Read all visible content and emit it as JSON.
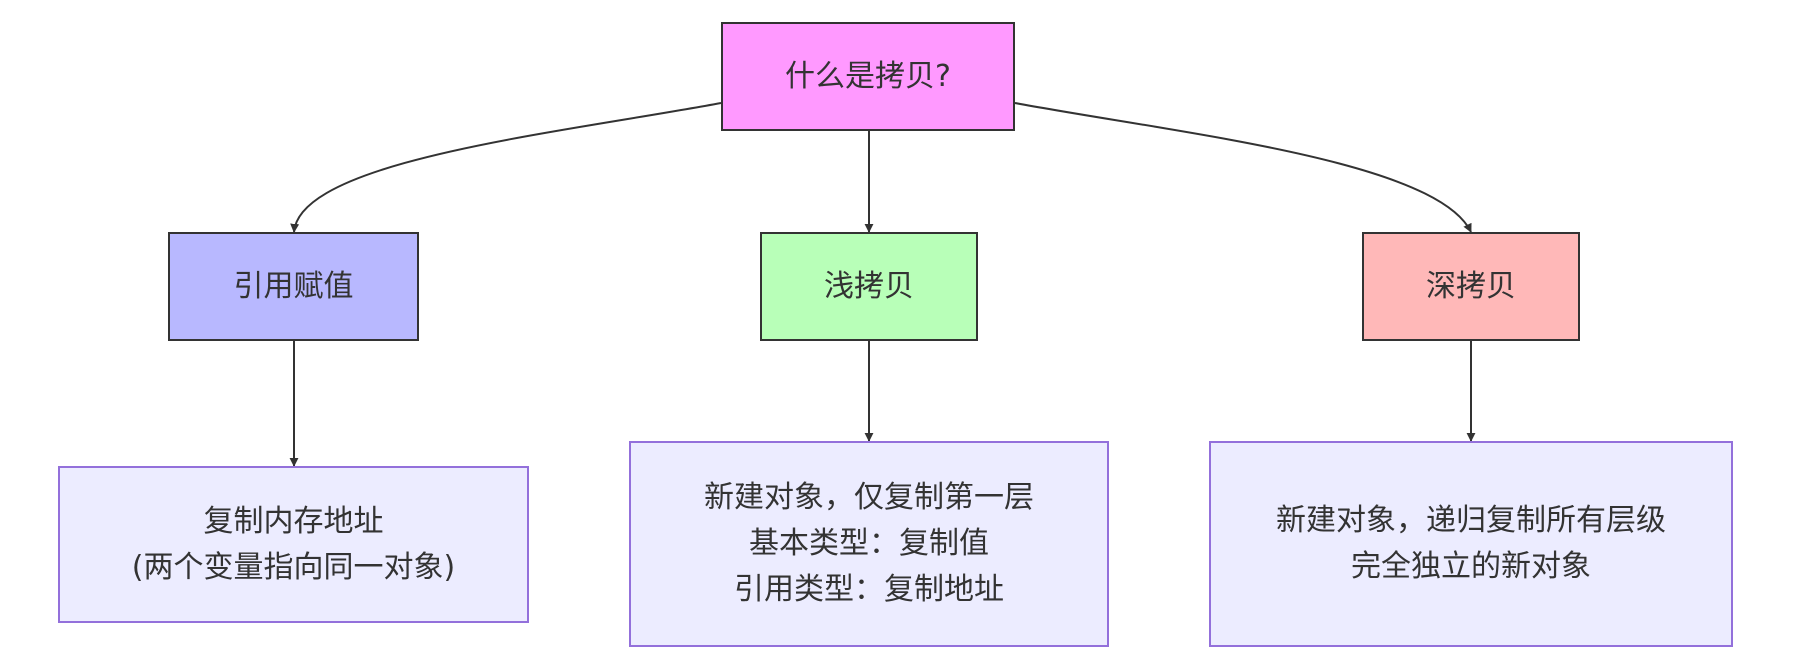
{
  "diagram": {
    "nodes": {
      "root": {
        "lines": [
          "什么是拷贝?"
        ],
        "fill": "#ff99ff"
      },
      "reference_assignment": {
        "lines": [
          "引用赋值"
        ],
        "fill": "#b8b8ff"
      },
      "shallow_copy": {
        "lines": [
          "浅拷贝"
        ],
        "fill": "#b8ffb8"
      },
      "deep_copy": {
        "lines": [
          "深拷贝"
        ],
        "fill": "#ffb8b8"
      },
      "reference_desc": {
        "lines": [
          "复制内存地址",
          "(两个变量指向同一对象)"
        ],
        "fill": "#ececff",
        "stroke": "#9370db"
      },
      "shallow_desc": {
        "lines": [
          "新建对象，仅复制第一层",
          "基本类型：复制值",
          "引用类型：复制地址"
        ],
        "fill": "#ececff",
        "stroke": "#9370db"
      },
      "deep_desc": {
        "lines": [
          "新建对象，递归复制所有层级",
          "完全独立的新对象"
        ],
        "fill": "#ececff",
        "stroke": "#9370db"
      }
    },
    "edges": [
      {
        "from": "root",
        "to": "reference_assignment"
      },
      {
        "from": "root",
        "to": "shallow_copy"
      },
      {
        "from": "root",
        "to": "deep_copy"
      },
      {
        "from": "reference_assignment",
        "to": "reference_desc"
      },
      {
        "from": "shallow_copy",
        "to": "shallow_desc"
      },
      {
        "from": "deep_copy",
        "to": "deep_desc"
      }
    ],
    "line_color": "#333333"
  }
}
